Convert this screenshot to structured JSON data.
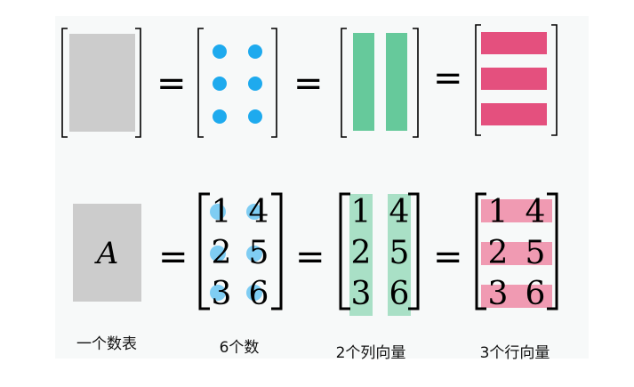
{
  "colors": {
    "gray_block": "#cccccc",
    "dot_blue": "#1eaaee",
    "dot_blue_light": "#7fcdf3",
    "column_green": "#66c99b",
    "column_green_light": "#a9e0c6",
    "row_pink": "#e4507e",
    "row_pink_light": "#f09ab2",
    "bracket": "#000000"
  },
  "equals_sign": "=",
  "variable": "A",
  "matrix": [
    [
      "1",
      "4"
    ],
    [
      "2",
      "5"
    ],
    [
      "3",
      "6"
    ]
  ],
  "captions": {
    "table": "一个数表",
    "numbers": "6个数",
    "columns": "2个列向量",
    "rows": "3个行向量"
  }
}
